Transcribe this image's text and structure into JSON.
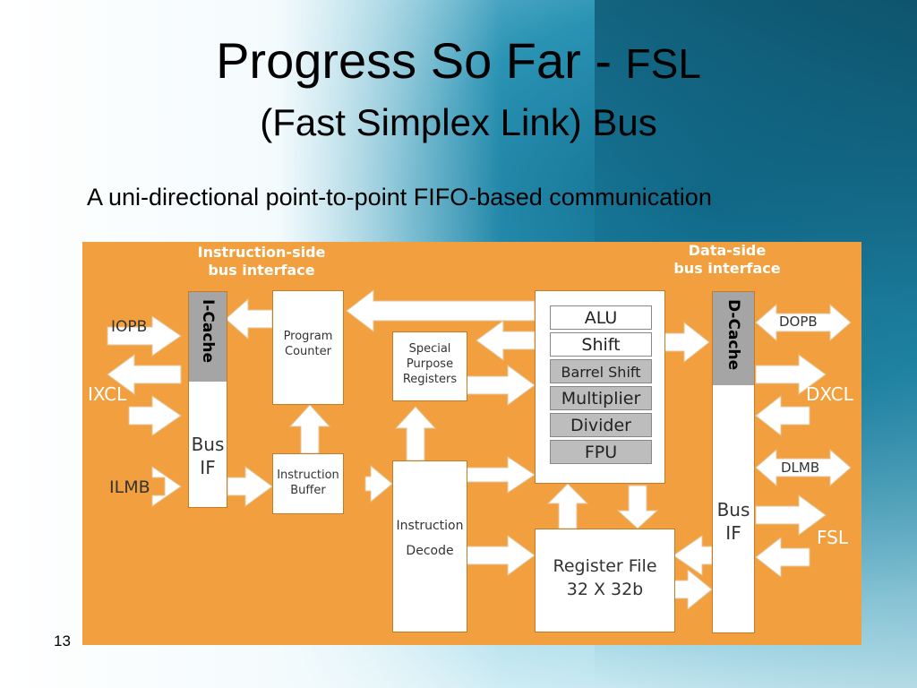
{
  "slide": {
    "title_main": "Progress So Far - ",
    "title_fsl": "FSL",
    "title_sub": "(Fast Simplex Link) Bus",
    "subtitle": "A uni-directional point-to-point FIFO-based communication",
    "page_number": "13"
  },
  "diagram": {
    "instr_side_label": [
      "Instruction-side",
      "bus interface"
    ],
    "data_side_label": [
      "Data-side",
      "bus interface"
    ],
    "icache_label": "I-Cache",
    "dcache_label": "D-Cache",
    "bus_if_left": [
      "Bus",
      "IF"
    ],
    "bus_if_right": [
      "Bus",
      "IF"
    ],
    "program_counter": [
      "Program",
      "Counter"
    ],
    "special_purpose_registers": [
      "Special",
      "Purpose",
      "Registers"
    ],
    "instruction_buffer": [
      "Instruction",
      "Buffer"
    ],
    "instruction_decode": [
      "Instruction",
      "Decode"
    ],
    "register_file": [
      "Register File",
      "32 X 32b"
    ],
    "execution_units": [
      {
        "label": "ALU",
        "style": "white"
      },
      {
        "label": "Shift",
        "style": "white"
      },
      {
        "label": "Barrel Shift",
        "style": "grey"
      },
      {
        "label": "Multiplier",
        "style": "grey"
      },
      {
        "label": "Divider",
        "style": "grey"
      },
      {
        "label": "FPU",
        "style": "grey"
      }
    ],
    "left_ports": {
      "iopb": "IOPB",
      "ixcl": "IXCL",
      "ilmb": "ILMB"
    },
    "right_ports": {
      "dopb": "DOPB",
      "dxcl": "DXCL",
      "dlmb": "DLMB",
      "fsl": "FSL"
    },
    "colors": {
      "background": "#f2a03f",
      "block": "#ffffff",
      "cache_strip": "#a5a5a5",
      "arrow": "#ffffff"
    }
  }
}
